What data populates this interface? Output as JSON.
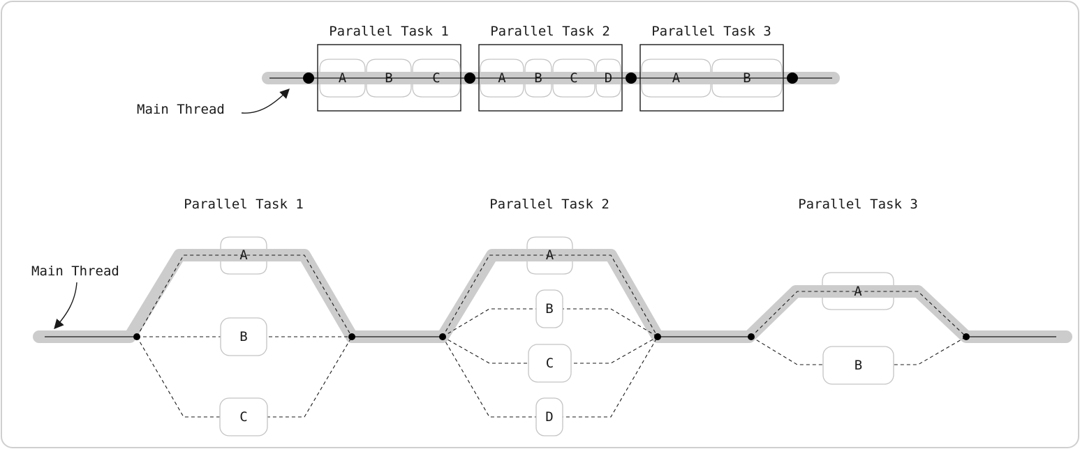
{
  "top": {
    "main_thread_label": "Main Thread",
    "tasks": [
      {
        "title": "Parallel Task 1",
        "subtasks": [
          "A",
          "B",
          "C"
        ]
      },
      {
        "title": "Parallel Task 2",
        "subtasks": [
          "A",
          "B",
          "C",
          "D"
        ]
      },
      {
        "title": "Parallel Task 3",
        "subtasks": [
          "A",
          "B"
        ]
      }
    ]
  },
  "bottom": {
    "main_thread_label": "Main Thread",
    "tasks": [
      {
        "title": "Parallel Task 1",
        "subtasks": [
          "A",
          "B",
          "C"
        ]
      },
      {
        "title": "Parallel Task 2",
        "subtasks": [
          "A",
          "B",
          "C",
          "D"
        ]
      },
      {
        "title": "Parallel Task 3",
        "subtasks": [
          "A",
          "B"
        ]
      }
    ]
  },
  "colors": {
    "thread_highlight": "#cccccc",
    "line": "#1a1a1a",
    "pill_border": "#c4c4c4",
    "frame_border": "#cfcfcf"
  }
}
